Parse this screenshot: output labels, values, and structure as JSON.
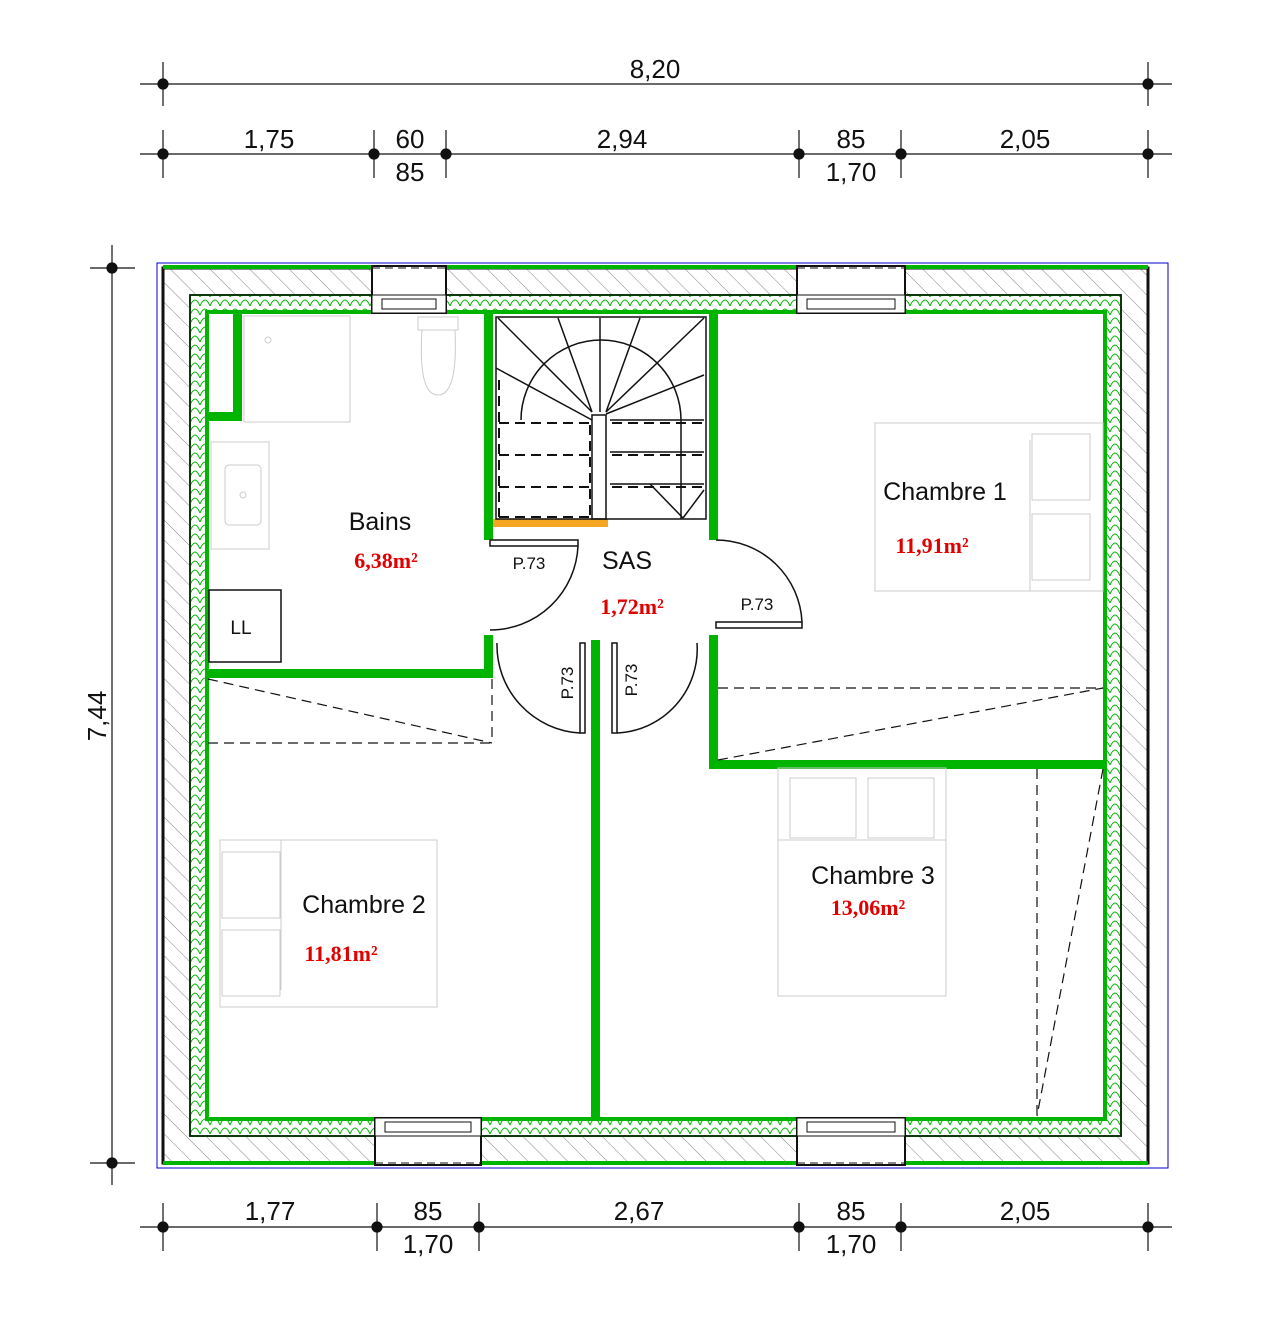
{
  "dimensions": {
    "top_total": "8,20",
    "top_segments": [
      "1,75",
      "60",
      "2,94",
      "85",
      "2,05"
    ],
    "top_sub": [
      "85",
      "1,70"
    ],
    "left_total": "7,44",
    "bottom_segments": [
      "1,77",
      "85",
      "2,67",
      "85",
      "2,05"
    ],
    "bottom_sub": [
      "1,70",
      "1,70"
    ]
  },
  "rooms": {
    "bains": {
      "name": "Bains",
      "area": "6,38m²"
    },
    "sas": {
      "name": "SAS",
      "area": "1,72m²"
    },
    "chambre1": {
      "name": "Chambre 1",
      "area": "11,91m²"
    },
    "chambre2": {
      "name": "Chambre 2",
      "area": "11,81m²"
    },
    "chambre3": {
      "name": "Chambre 3",
      "area": "13,06m²"
    },
    "ll": {
      "name": "LL"
    }
  },
  "doors": [
    "P.73",
    "P.73",
    "P.73",
    "P.73"
  ],
  "colors": {
    "wall": "#00b400",
    "area_text": "#e00000",
    "outline": "#0000cc",
    "stair_landing": "#f5a623"
  }
}
